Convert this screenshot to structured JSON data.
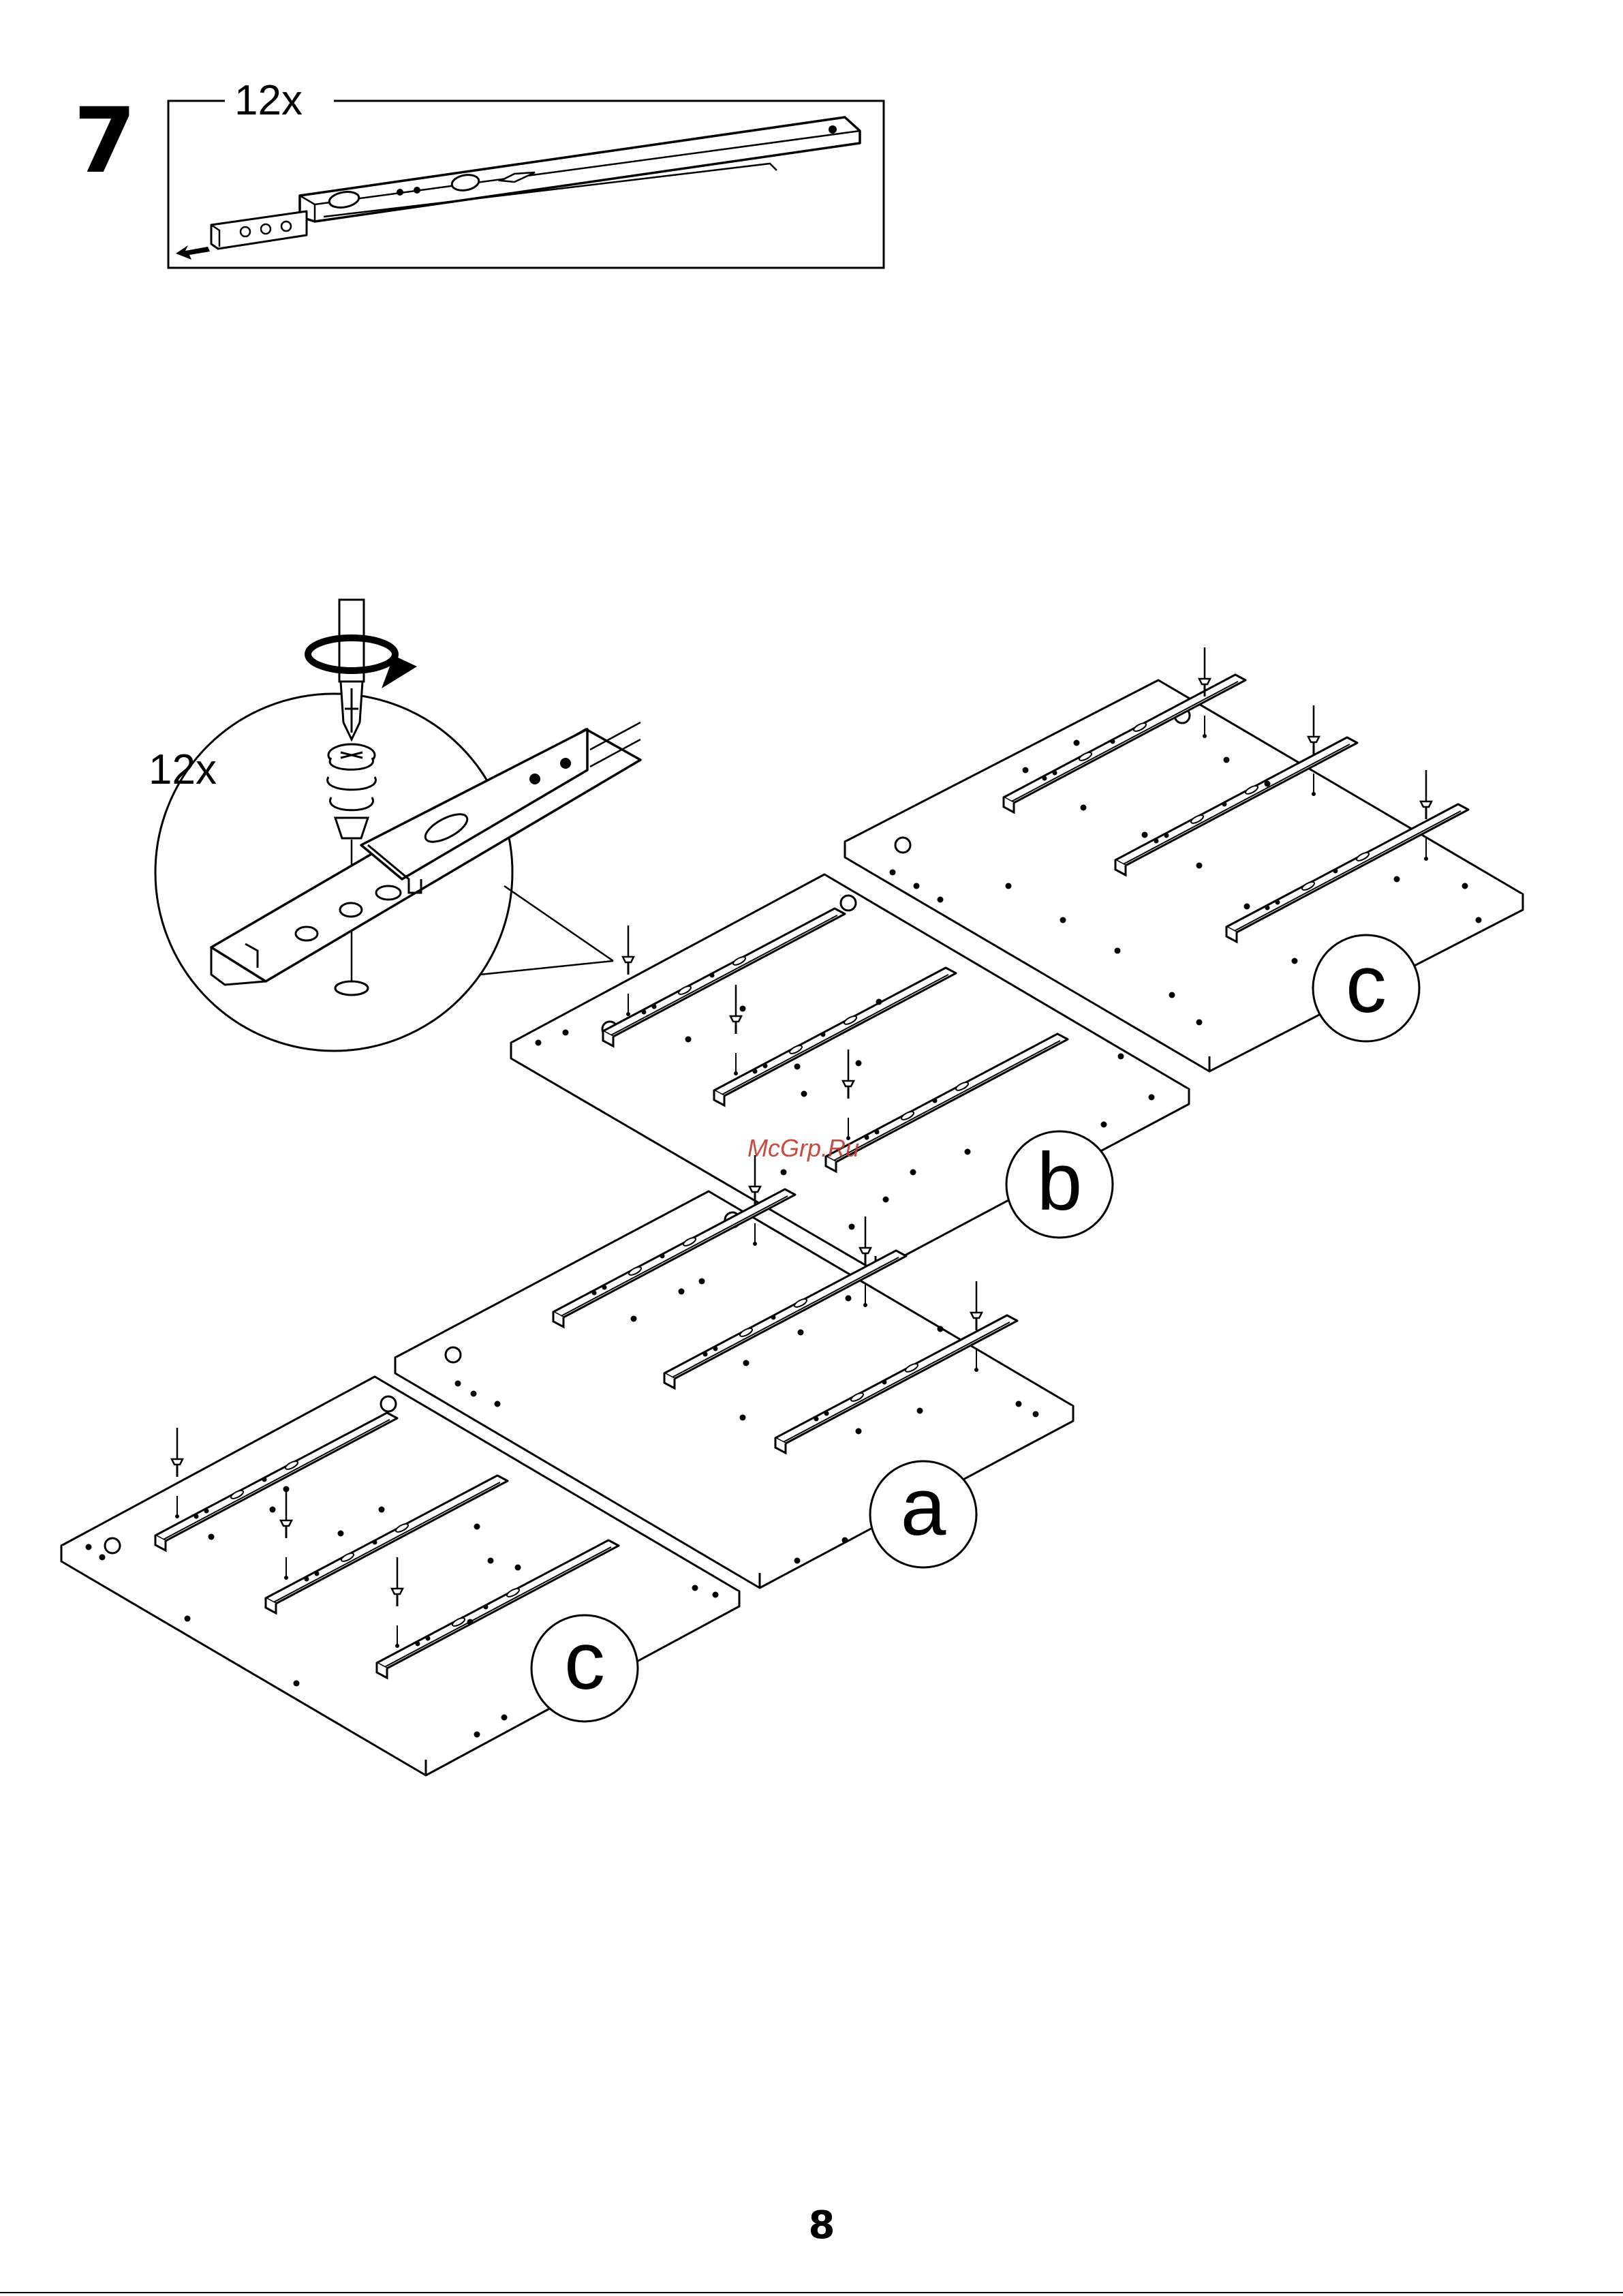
{
  "step": {
    "number": "7",
    "quantity_top": "12x",
    "quantity_detail": "12x"
  },
  "panels": {
    "label_top_right": "c",
    "label_middle": "b",
    "label_lower": "a",
    "label_bottom_left": "c"
  },
  "watermark": "McGrp.Ru",
  "page_number": "8",
  "colors": {
    "line": "#000000",
    "paper": "#ffffff",
    "watermark": "#c0392b"
  }
}
